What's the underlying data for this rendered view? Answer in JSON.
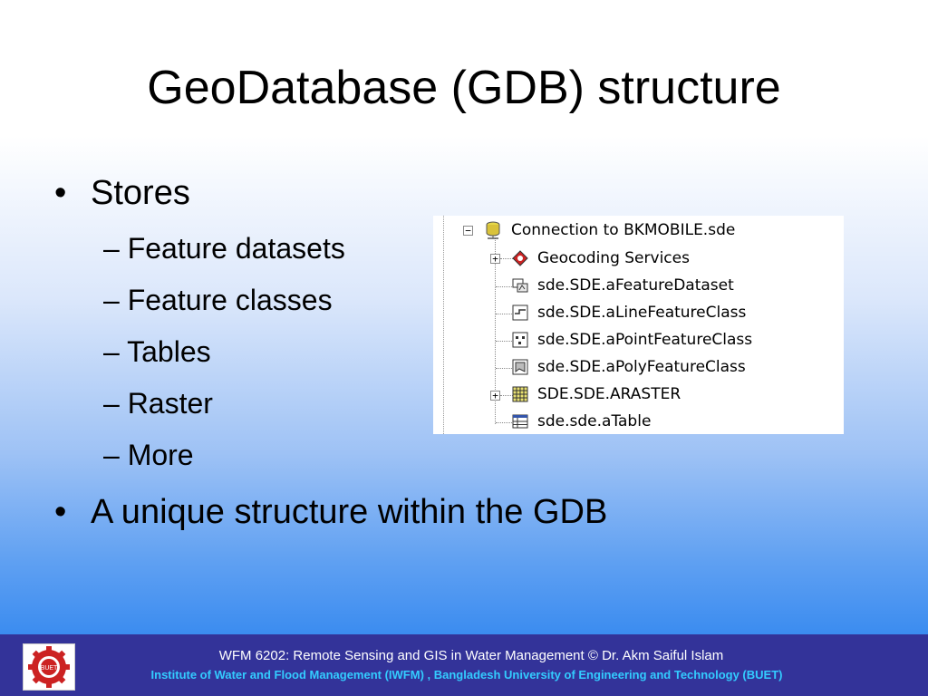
{
  "slide": {
    "title": "GeoDatabase (GDB) structure",
    "bullet_glyph": "•",
    "bullets": [
      {
        "text": "Stores",
        "sub_prefix": "–",
        "sub": [
          "Feature datasets",
          "Feature classes",
          "Tables",
          "Raster",
          "More"
        ]
      },
      {
        "text": "A unique structure within the GDB"
      }
    ]
  },
  "tree": {
    "root": {
      "label": "Connection to BKMOBILE.sde",
      "icon": "database-connection-icon",
      "expander": "−"
    },
    "children": [
      {
        "label": "Geocoding Services",
        "icon": "geocoding-services-icon",
        "expander": "+"
      },
      {
        "label": "sde.SDE.aFeatureDataset",
        "icon": "feature-dataset-icon"
      },
      {
        "label": "sde.SDE.aLineFeatureClass",
        "icon": "line-feature-class-icon"
      },
      {
        "label": "sde.SDE.aPointFeatureClass",
        "icon": "point-feature-class-icon"
      },
      {
        "label": "sde.SDE.aPolyFeatureClass",
        "icon": "polygon-feature-class-icon"
      },
      {
        "label": "SDE.SDE.ARASTER",
        "icon": "raster-icon",
        "expander": "+"
      },
      {
        "label": "sde.sde.aTable",
        "icon": "table-icon"
      }
    ]
  },
  "footer": {
    "line1": "WFM 6202: Remote Sensing and GIS in Water Management © Dr. Akm Saiful Islam",
    "line2": "Institute of Water and Flood Management (IWFM) , Bangladesh University of Engineering and Technology (BUET)",
    "logo_icon": "buet-gear-logo-icon",
    "logo_text": "BUET"
  },
  "colors": {
    "footer_bg": "#333399",
    "footer_line2": "#33ccff",
    "logo_red": "#cc2222"
  }
}
